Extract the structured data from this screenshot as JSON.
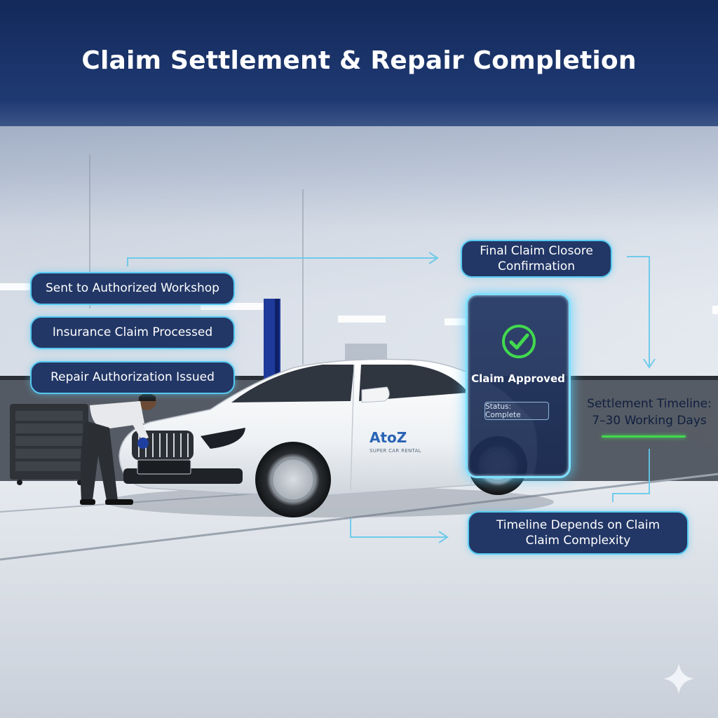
{
  "title": "Claim Settlement & Repair Completion",
  "steps": [
    {
      "label": "Sent to Authorized Workshop"
    },
    {
      "label": "Insurance Claim Processed"
    },
    {
      "label": "Repair Authorization Issued"
    }
  ],
  "final_confirmation": "Final Claim Closore\nConfirmation",
  "tablet": {
    "approved_label": "Claim Approved",
    "status_label": "Status: Complete"
  },
  "settlement": {
    "text": "Settlement Timeline:\n7–30 Working Days"
  },
  "complexity_note": "Timeline Depends on Claim\nClaim Complexity",
  "car_brand": {
    "name": "AtoZ",
    "tagline": "SUPER CAR RENTAL"
  },
  "colors": {
    "pill_fill": "#223766",
    "pill_border": "#57c9f0",
    "check_green": "#42d94f",
    "title_bg": "#13295a"
  },
  "icons": {
    "check": "check-circle-icon",
    "sparkle": "sparkle-icon"
  }
}
